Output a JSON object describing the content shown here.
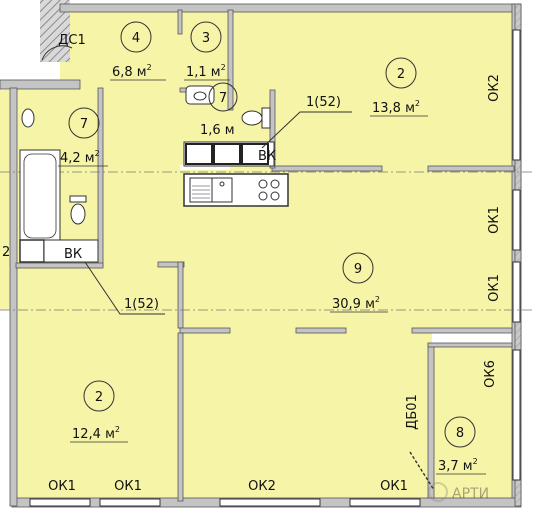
{
  "colors": {
    "room_fill": "#f6f4a6",
    "wall": "#bdbdbd",
    "wall_edge": "#555555",
    "stair_hatch": "#8a8a8a",
    "line": "#333333"
  },
  "units": {
    "area_unit": "м",
    "area_exp": "2"
  },
  "rooms": [
    {
      "id": "r4",
      "number": "4",
      "area": "6,8 м"
    },
    {
      "id": "r3",
      "number": "3",
      "area": "1,1 м"
    },
    {
      "id": "r2a",
      "number": "2",
      "area": "13,8 м"
    },
    {
      "id": "r7a",
      "number": "7",
      "area": "4,2 м"
    },
    {
      "id": "r7b",
      "number": "7",
      "area": "1,6 м"
    },
    {
      "id": "r9",
      "number": "9",
      "area": "30,9 м"
    },
    {
      "id": "r2b",
      "number": "2",
      "area": "12,4 м"
    },
    {
      "id": "r8",
      "number": "8",
      "area": "3,7 м"
    }
  ],
  "labels": {
    "dc1": "ДС1",
    "vk_upper": "ВК",
    "vk_left": "ВК",
    "riser_upper": "1(52)",
    "riser_lower": "1(52)",
    "db01": "ДБ01",
    "ok2_top": "ОК2",
    "ok1_mid_a": "ОК1",
    "ok1_mid_b": "ОК1",
    "ok6": "ОК6",
    "ok1_bottom_a": "ОК1",
    "ok1_bottom_b": "ОК1",
    "ok2_bottom": "ОК2",
    "ok1_bottom_c": "ОК1",
    "edge_left": "2",
    "watermark": "АРТИ"
  },
  "icons": [
    "bathtub-icon",
    "toilet-icon",
    "sink-icon",
    "stove-icon",
    "washer-icon"
  ]
}
